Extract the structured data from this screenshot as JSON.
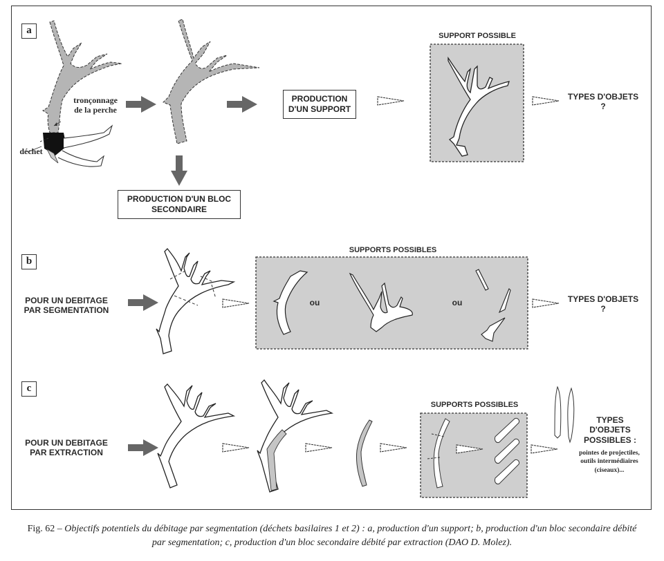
{
  "figure": {
    "panels": [
      {
        "id": "a",
        "letter": "a",
        "annotations": {
          "tronconnage": [
            "tronçonnage",
            "de la perche"
          ],
          "dechet": "déchet"
        },
        "box_support": [
          "PRODUCTION",
          "D'UN SUPPORT"
        ],
        "box_bloc": [
          "PRODUCTION D'UN BLOC",
          "SECONDAIRE"
        ],
        "gray_title": "SUPPORT POSSIBLE",
        "result": [
          "TYPES D'OBJETS",
          "?"
        ]
      },
      {
        "id": "b",
        "letter": "b",
        "intro": [
          "POUR UN DEBITAGE",
          "PAR SEGMENTATION"
        ],
        "gray_title": "SUPPORTS POSSIBLES",
        "separator_1": "ou",
        "separator_2": "ou",
        "result": [
          "TYPES D'OBJETS",
          "?"
        ]
      },
      {
        "id": "c",
        "letter": "c",
        "intro": [
          "POUR UN DEBITAGE",
          "PAR EXTRACTION"
        ],
        "gray_title": "SUPPORTS POSSIBLES",
        "result": [
          "TYPES D'OBJETS",
          "POSSIBLES :"
        ],
        "result_detail": [
          "pointes de projectiles,",
          "outils intermédiaires",
          "(ciseaux)..."
        ]
      }
    ],
    "colors": {
      "gray_fill": "#cfcfcf",
      "arrow_fill": "#666666",
      "antler_gray": "#b5b5b5",
      "outline": "#333333"
    }
  },
  "caption": {
    "fig_label": "Fig. 62 – ",
    "text": "Objectifs potentiels du débitage par segmentation (déchets basilaires 1 et 2) : a, production d'un support; b, production d'un bloc secondaire débité par segmentation; c, production d'un bloc secondaire débité par extraction (DAO D. Molez)."
  }
}
